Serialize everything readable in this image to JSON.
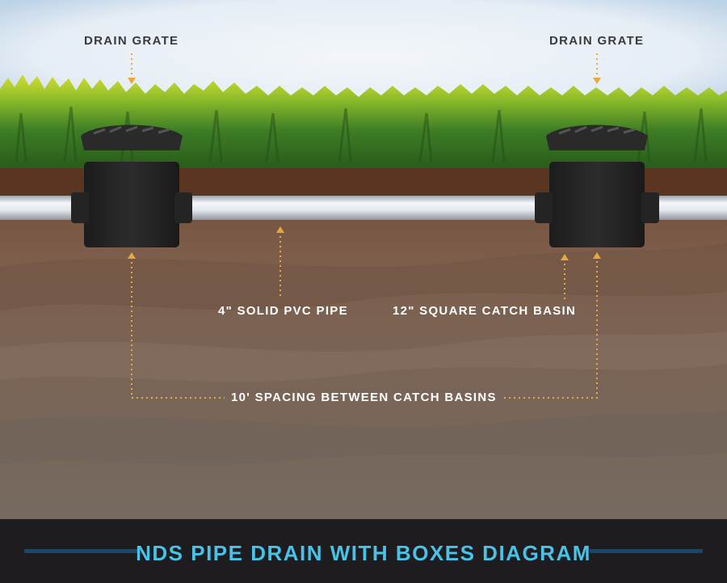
{
  "labels": {
    "drain_grate_left": "DRAIN GRATE",
    "drain_grate_right": "DRAIN GRATE",
    "pvc_pipe": "4\" SOLID PVC PIPE",
    "catch_basin": "12\" SQUARE CATCH BASIN",
    "spacing": "10' SPACING BETWEEN CATCH BASINS"
  },
  "footer": {
    "title": "NDS PIPE DRAIN WITH BOXES DIAGRAM"
  },
  "colors": {
    "sky": "#dbe7f2",
    "grass_dark": "#2f6a1f",
    "grass_light": "#c9d82a",
    "topsoil": "#5a3522",
    "soil": "#7a5a47",
    "pipe": "#e8edf2",
    "basin": "#252525",
    "arrow": "#e8a93b",
    "footer_bg": "#1f1c20",
    "footer_text": "#46c3e6",
    "footer_rule": "#16486f"
  }
}
